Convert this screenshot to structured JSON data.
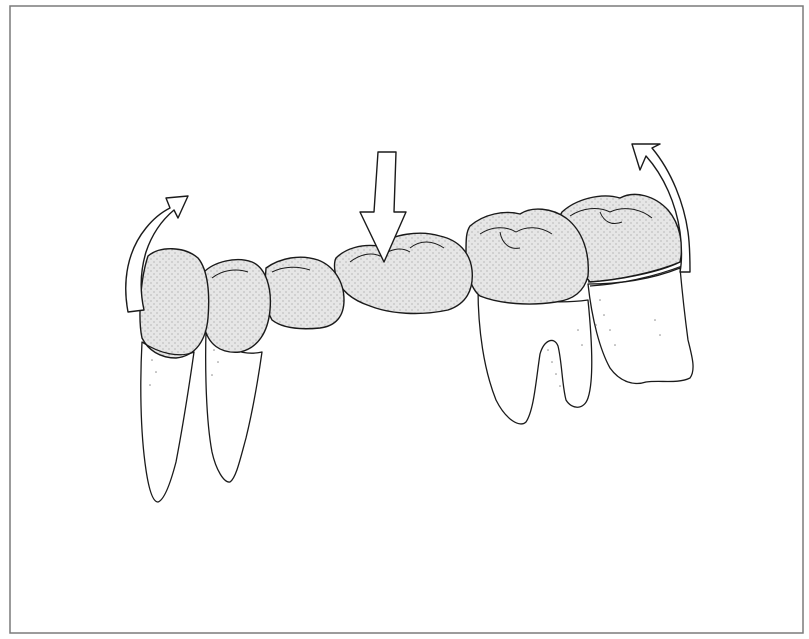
{
  "figure": {
    "elements": [
      "fixed-bridge",
      "pontic",
      "mesial-abutment-tooth",
      "distal-abutment-molar",
      "occlusal-load-arrow",
      "mesial-rotation-arrow",
      "distal-rotation-arrow"
    ]
  },
  "colors": {
    "frame": "#7a7a7a",
    "outline": "#1a1a1a",
    "crown_fill": "#e4e4e4",
    "root_fill": "#ffffff",
    "arrow_fill": "#ffffff"
  }
}
